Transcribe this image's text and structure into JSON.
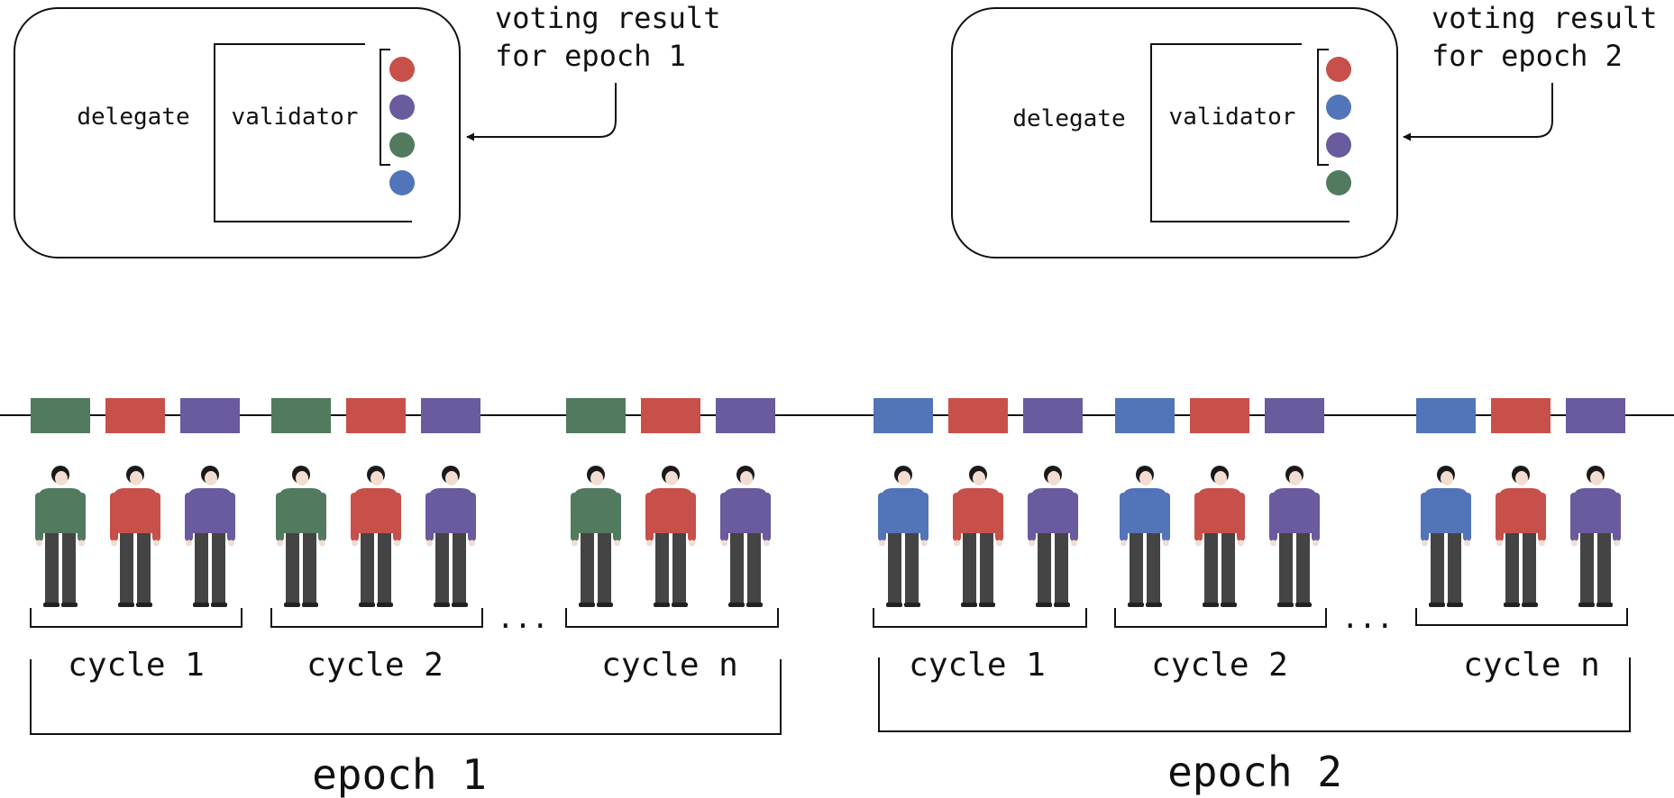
{
  "colors": {
    "red": "#c8504a",
    "purple": "#6a5a9e",
    "green": "#517a5e",
    "blue": "#5274b8",
    "pants": "#444444",
    "line": "#111111"
  },
  "epochs": [
    {
      "label": "epoch 1",
      "box": {
        "delegate_label": "delegate",
        "validator_label": "validator",
        "ranking": [
          "red",
          "purple",
          "green",
          "blue"
        ],
        "bracket_count": 3,
        "note_lines": [
          "voting result",
          "for epoch 1"
        ]
      },
      "cycles": [
        {
          "label": "cycle 1",
          "roles": [
            "green",
            "red",
            "purple"
          ]
        },
        {
          "label": "cycle 2",
          "roles": [
            "green",
            "red",
            "purple"
          ]
        },
        {
          "label": "cycle n",
          "roles": [
            "green",
            "red",
            "purple"
          ]
        }
      ],
      "ellipsis": "..."
    },
    {
      "label": "epoch 2",
      "box": {
        "delegate_label": "delegate",
        "validator_label": "validator",
        "ranking": [
          "red",
          "blue",
          "purple",
          "green"
        ],
        "bracket_count": 3,
        "note_lines": [
          "voting result",
          "for epoch 2"
        ]
      },
      "cycles": [
        {
          "label": "cycle 1",
          "roles": [
            "blue",
            "red",
            "purple"
          ]
        },
        {
          "label": "cycle 2",
          "roles": [
            "blue",
            "red",
            "purple"
          ]
        },
        {
          "label": "cycle n",
          "roles": [
            "blue",
            "red",
            "purple"
          ]
        }
      ],
      "ellipsis": "..."
    }
  ]
}
